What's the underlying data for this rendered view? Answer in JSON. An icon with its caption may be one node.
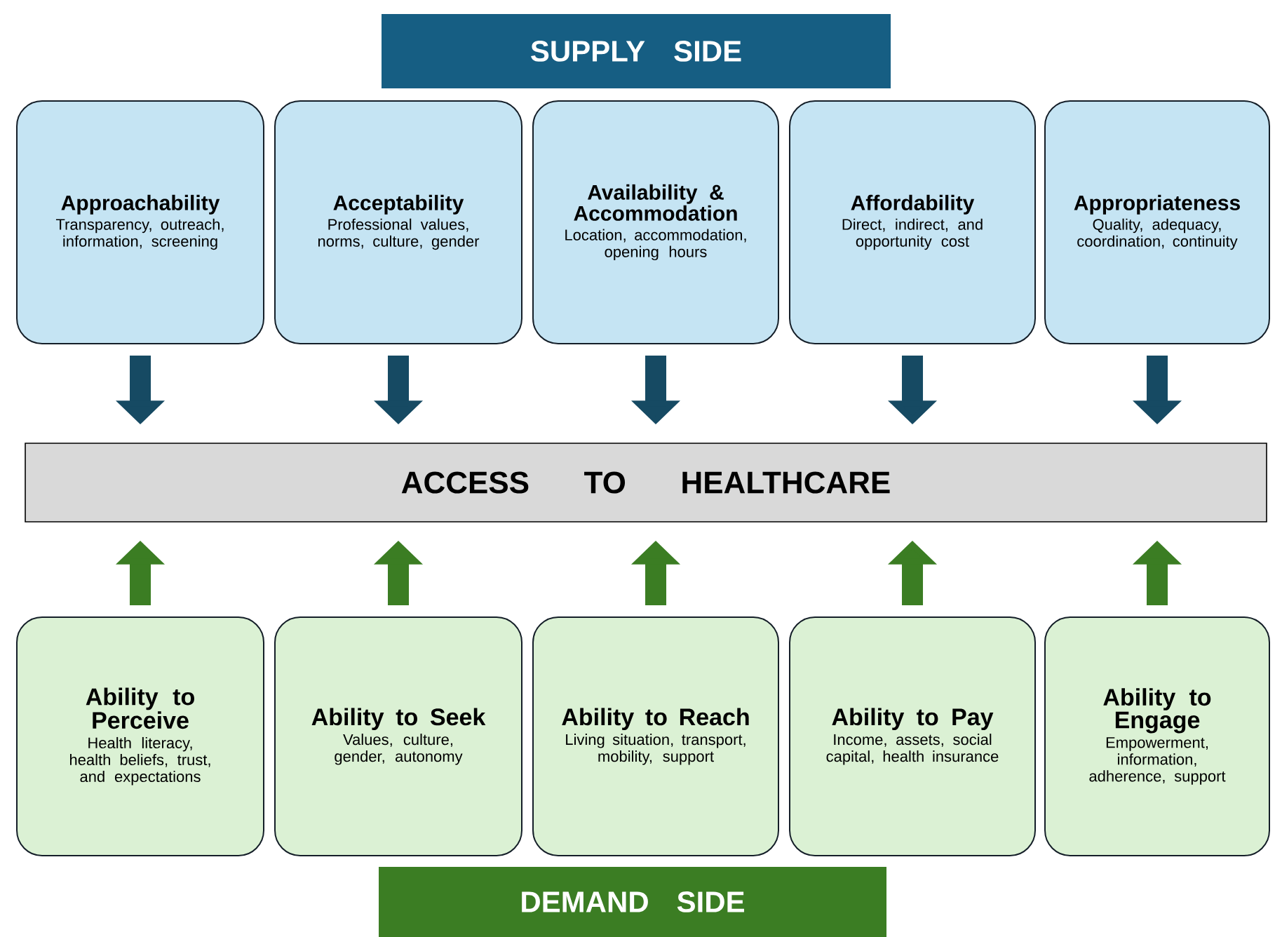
{
  "diagram": {
    "nodes": [
      {
        "text": [
          "SUPPLY SIDE"
        ]
      },
      {
        "text": [
          "Approachability",
          "Transparency, outreach, information, screening"
        ]
      },
      {
        "text": [
          "Acceptability",
          "Professional values, norms, culture, gender"
        ]
      },
      {
        "text": [
          "Availability & Accommodation",
          "Location, accommodation, opening hours"
        ]
      },
      {
        "text": [
          "Affordability",
          "Direct, indirect, and opportunity cost"
        ]
      },
      {
        "text": [
          "Appropriateness",
          "Quality, adequacy, coordination, continuity"
        ]
      },
      {
        "text": [
          "ACCESS TO HEALTHCARE"
        ]
      },
      {
        "text": [
          "Ability to Perceive",
          "Health literacy, health beliefs, trust, and expectations"
        ]
      },
      {
        "text": [
          "Ability to Seek",
          "Values, culture, gender, autonomy"
        ]
      },
      {
        "text": [
          "Ability to Reach",
          "Living situation, transport, mobility, support"
        ]
      },
      {
        "text": [
          "Ability to Pay",
          "Income, assets, social capital, health insurance"
        ]
      },
      {
        "text": [
          "Ability to Engage",
          "Empowerment, information, adherence, support"
        ]
      },
      {
        "text": [
          "DEMAND SIDE"
        ]
      }
    ],
    "edges": [
      {
        "from": 1,
        "to": 6,
        "arrow": "to",
        "color": "#164a63"
      },
      {
        "from": 2,
        "to": 6,
        "arrow": "to",
        "color": "#164a63"
      },
      {
        "from": 3,
        "to": 6,
        "arrow": "to",
        "color": "#164a63"
      },
      {
        "from": 4,
        "to": 6,
        "arrow": "to",
        "color": "#164a63"
      },
      {
        "from": 5,
        "to": 6,
        "arrow": "to",
        "color": "#164a63"
      },
      {
        "from": 7,
        "to": 6,
        "arrow": "to",
        "color": "#3b7d23"
      },
      {
        "from": 8,
        "to": 6,
        "arrow": "to",
        "color": "#3b7d23"
      },
      {
        "from": 9,
        "to": 6,
        "arrow": "to",
        "color": "#3b7d23"
      },
      {
        "from": 10,
        "to": 6,
        "arrow": "to",
        "color": "#3b7d23"
      },
      {
        "from": 11,
        "to": 6,
        "arrow": "to",
        "color": "#3b7d23"
      }
    ]
  }
}
